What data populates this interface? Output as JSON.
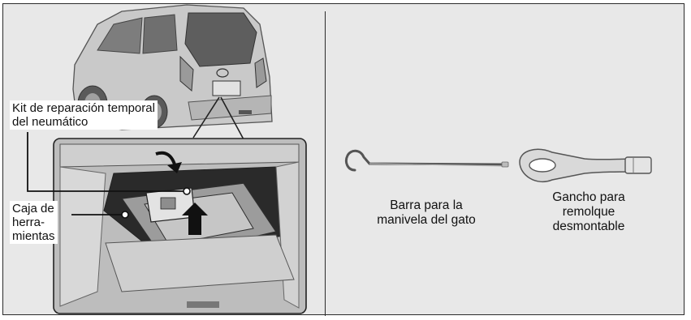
{
  "labels": {
    "kit_line1": "Kit de reparación temporal",
    "kit_line2": "del neumático",
    "caja_line1": "Caja de",
    "caja_line2": "herra-",
    "caja_line3": "mientas"
  },
  "captions": {
    "barra_line1": "Barra para la",
    "barra_line2": "manivela del gato",
    "gancho_line1": "Gancho para",
    "gancho_line2": "remolque",
    "gancho_line3": "desmontable"
  }
}
